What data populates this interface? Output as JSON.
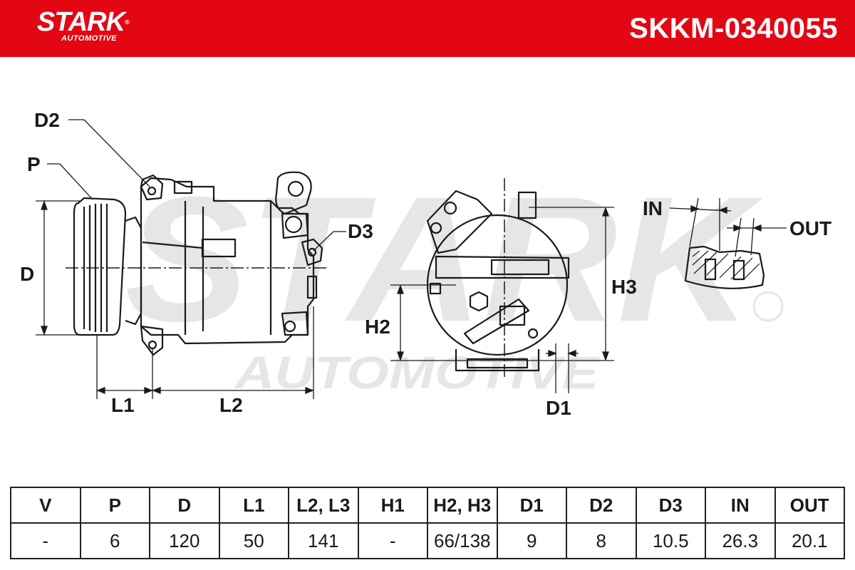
{
  "header": {
    "brand": "STARK",
    "brand_sub": "AUTOMOTIVE",
    "registered_mark": "®",
    "part_number": "SKKM-0340055",
    "brand_color": "#e30613"
  },
  "watermark": {
    "main": "STARK",
    "sub": "AUTOMOTIVE",
    "mark": "®"
  },
  "diagram_labels": {
    "d2": "D2",
    "p": "P",
    "d": "D",
    "d3": "D3",
    "l1": "L1",
    "l2": "L2",
    "h2": "H2",
    "h3": "H3",
    "d1": "D1",
    "in": "IN",
    "out": "OUT"
  },
  "spec_table": {
    "headers": [
      "V",
      "P",
      "D",
      "L1",
      "L2, L3",
      "H1",
      "H2, H3",
      "D1",
      "D2",
      "D3",
      "IN",
      "OUT"
    ],
    "values": [
      "-",
      "6",
      "120",
      "50",
      "141",
      "-",
      "66/138",
      "9",
      "8",
      "10.5",
      "26.3",
      "20.1"
    ]
  }
}
